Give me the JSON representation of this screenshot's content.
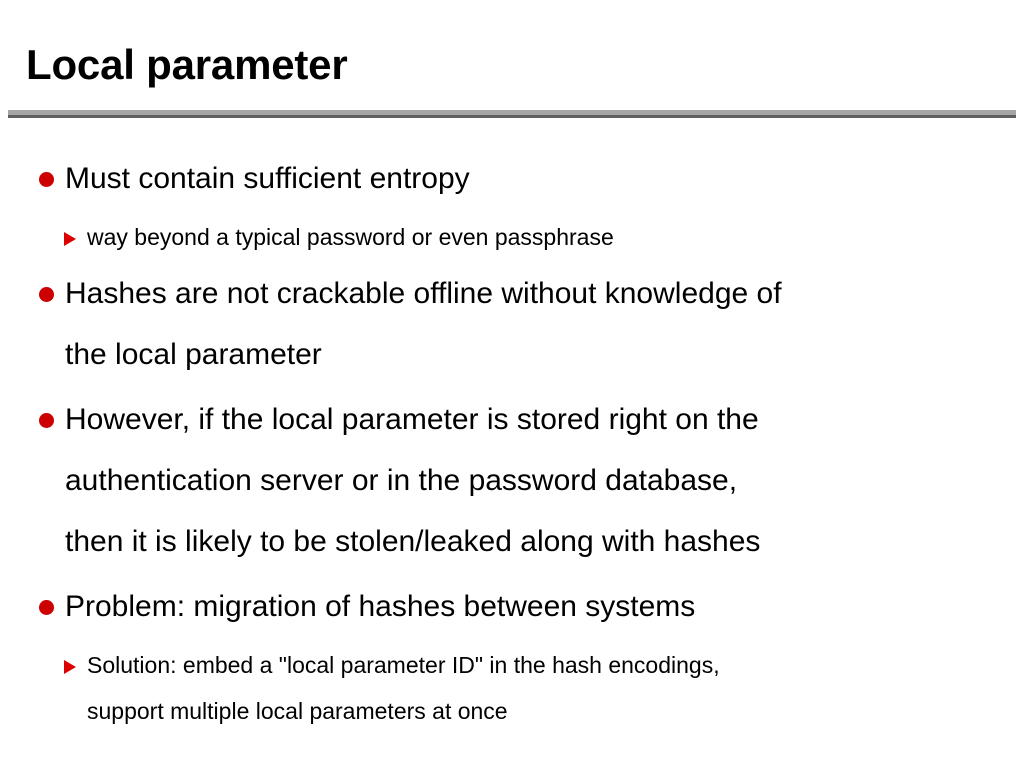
{
  "slide": {
    "title": "Local parameter",
    "background_color": "#ffffff",
    "title_color": "#000000",
    "rule_color_light": "#a5a5a5",
    "rule_color_dark": "#5f5f5f",
    "bullet_disc_color": "#cc0000",
    "bullet_triangle_color": "#dd0000",
    "bullets": [
      {
        "level": 1,
        "marker": "disc-bullet-icon",
        "lines": [
          "Must contain sufficient entropy"
        ]
      },
      {
        "level": 2,
        "marker": "triangle-bullet-icon",
        "lines": [
          "way beyond a typical password or even passphrase"
        ]
      },
      {
        "level": 1,
        "marker": "disc-bullet-icon",
        "lines": [
          "Hashes are not crackable offline without knowledge of",
          "the local parameter"
        ]
      },
      {
        "level": 1,
        "marker": "disc-bullet-icon",
        "lines": [
          "However, if the local parameter is stored right on the",
          "authentication server or in the password database,",
          "then it is likely to be stolen/leaked along with hashes"
        ]
      },
      {
        "level": 1,
        "marker": "disc-bullet-icon",
        "lines": [
          "Problem: migration of hashes between systems"
        ]
      },
      {
        "level": 2,
        "marker": "triangle-bullet-icon",
        "lines": [
          "Solution: embed a \"local parameter ID\" in the hash encodings,",
          "support multiple local parameters at once"
        ]
      }
    ]
  }
}
